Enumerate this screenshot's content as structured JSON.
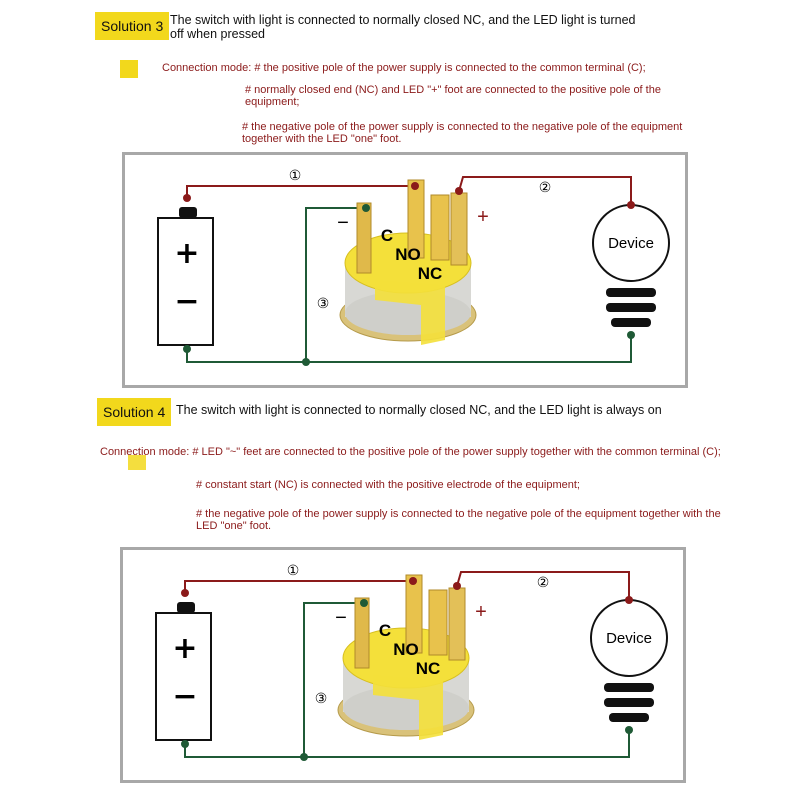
{
  "solutions": [
    {
      "badge": "Solution 3",
      "title": "The switch with light is connected to normally closed NC, and the LED light is turned off when pressed",
      "lines": [
        "Connection mode: # the positive pole of the power supply is connected to the common terminal (C);",
        "# normally closed end (NC) and LED \"+\" foot are connected to the positive pole of the equipment;",
        "# the negative pole of the power supply is connected to the negative pole of the equipment together with the LED \"one\" foot."
      ],
      "diagram": {
        "wire1": "①",
        "wire2": "②",
        "wire3": "③",
        "battery_plus": "+",
        "battery_minus": "−",
        "led_minus": "−",
        "led_plus": "+",
        "term_c": "C",
        "term_no": "NO",
        "term_nc": "NC",
        "device": "Device"
      }
    },
    {
      "badge": "Solution 4",
      "title": "The switch with light is connected to normally closed NC, and the LED light is always on",
      "lines": [
        "Connection mode: # LED \"~\" feet are connected to the positive pole of the power supply together with the common terminal (C);",
        "# constant start (NC) is connected with the positive electrode of the equipment;",
        "# the negative pole of the power supply is connected to the negative pole of the equipment together with the LED \"one\" foot."
      ],
      "diagram": {
        "wire1": "①",
        "wire2": "②",
        "wire3": "③",
        "battery_plus": "+",
        "battery_minus": "−",
        "led_minus": "−",
        "led_plus": "+",
        "term_c": "C",
        "term_no": "NO",
        "term_nc": "NC",
        "device": "Device"
      }
    }
  ],
  "colors": {
    "accent": "#f2d81c",
    "text_red": "#8b1a1a",
    "wire_red": "#8b1a1a",
    "wire_green": "#1f5a36",
    "frame": "#a8a8a8"
  }
}
